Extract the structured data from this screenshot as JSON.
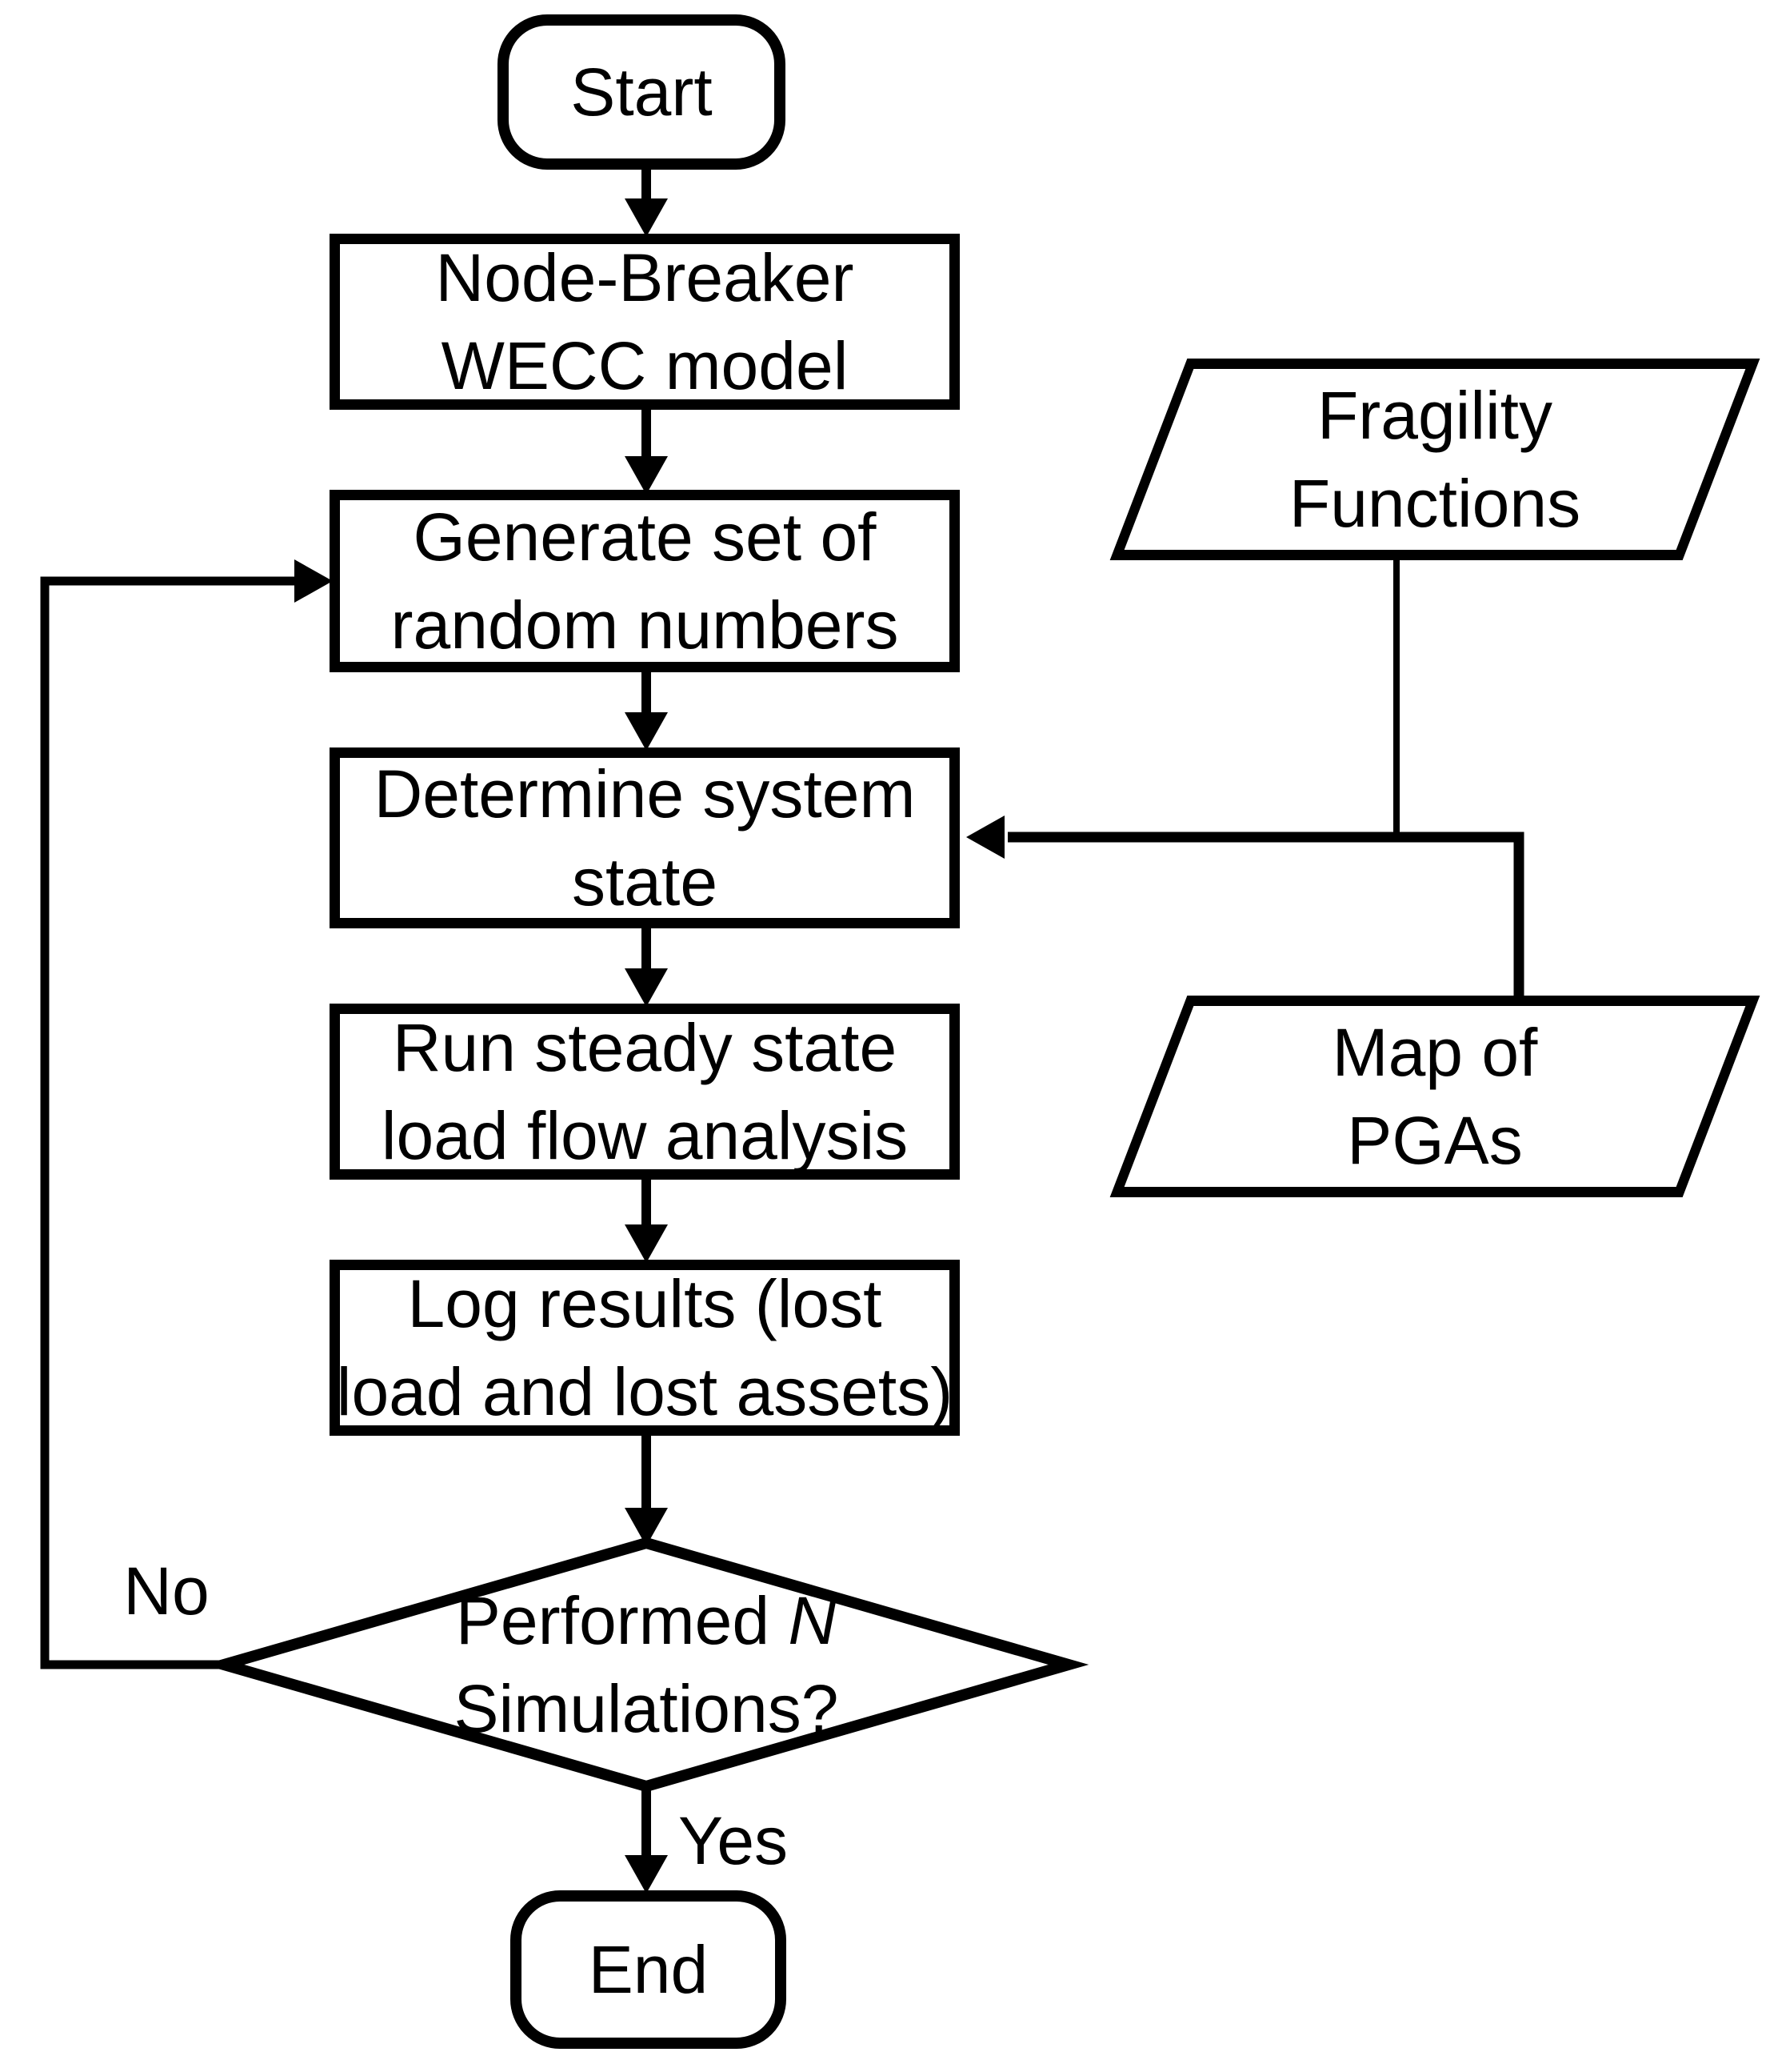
{
  "diagram": {
    "background": "#ffffff",
    "stroke_color": "#000000",
    "nodes": {
      "start": {
        "type": "terminator",
        "label": "Start"
      },
      "node_breaker": {
        "type": "process",
        "line1": "Node-Breaker",
        "line2": "WECC model"
      },
      "generate_random": {
        "type": "process",
        "line1": "Generate set of",
        "line2": "random numbers"
      },
      "determine_state": {
        "type": "process",
        "line1": "Determine system",
        "line2": "state"
      },
      "load_flow": {
        "type": "process",
        "line1": "Run steady state",
        "line2": "load flow analysis"
      },
      "log_results": {
        "type": "process",
        "line1": "Log results (lost",
        "line2": "load and lost assets)"
      },
      "decision": {
        "type": "decision",
        "line1_prefix": "Performed ",
        "line1_italic": "N",
        "line2": "Simulations?"
      },
      "end": {
        "type": "terminator",
        "label": "End"
      },
      "fragility_functions": {
        "type": "data",
        "line1": "Fragility",
        "line2": "Functions"
      },
      "map_of_pgas": {
        "type": "data",
        "line1": "Map of",
        "line2": "PGAs"
      }
    },
    "edge_labels": {
      "no": "No",
      "yes": "Yes"
    }
  }
}
